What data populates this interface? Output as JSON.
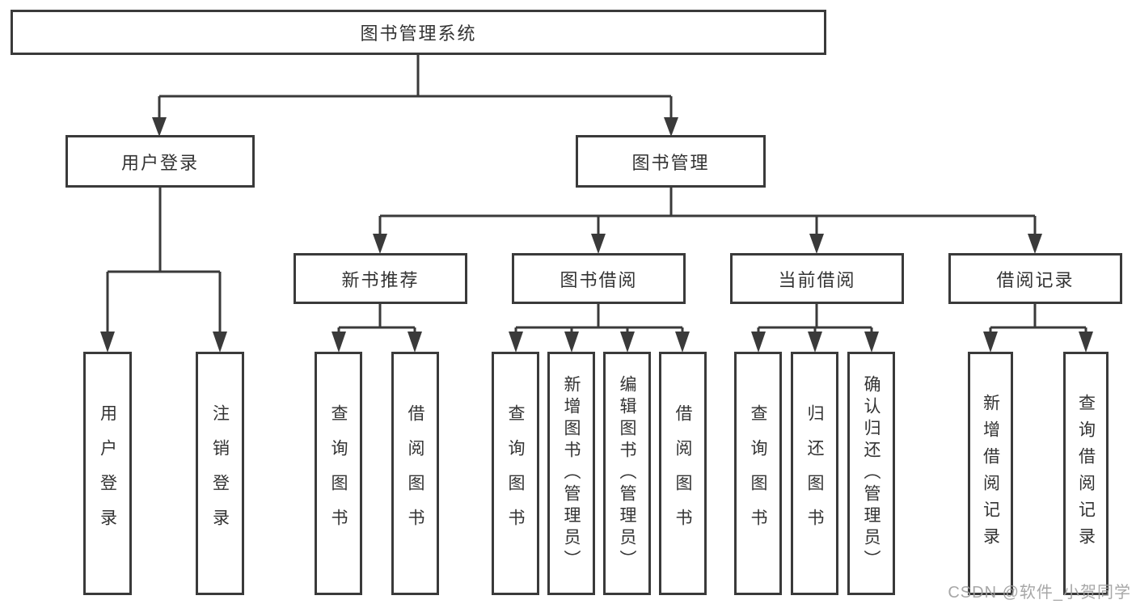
{
  "tree": {
    "label": "图书管理系统",
    "children": [
      {
        "label": "用户登录",
        "children": [
          {
            "label": "用户登录"
          },
          {
            "label": "注销登录"
          }
        ]
      },
      {
        "label": "图书管理",
        "children": [
          {
            "label": "新书推荐",
            "children": [
              {
                "label": "查询图书"
              },
              {
                "label": "借阅图书"
              }
            ]
          },
          {
            "label": "图书借阅",
            "children": [
              {
                "label": "查询图书"
              },
              {
                "label": "新增图书（管理员）"
              },
              {
                "label": "编辑图书（管理员）"
              },
              {
                "label": "借阅图书"
              }
            ]
          },
          {
            "label": "当前借阅",
            "children": [
              {
                "label": "查询图书"
              },
              {
                "label": "归还图书"
              },
              {
                "label": "确认归还（管理员）"
              }
            ]
          },
          {
            "label": "借阅记录",
            "children": [
              {
                "label": "新增借阅记录"
              },
              {
                "label": "查询借阅记录"
              }
            ]
          }
        ]
      }
    ]
  },
  "watermark": {
    "text": "CSDN @软件_小贺同学",
    "color": "#9e9e9e"
  },
  "colors": {
    "line": "#3a3a3a",
    "box_border": "#3a3a3a",
    "box_background": "#ffffff",
    "text": "#333333",
    "page_background": "#ffffff"
  }
}
